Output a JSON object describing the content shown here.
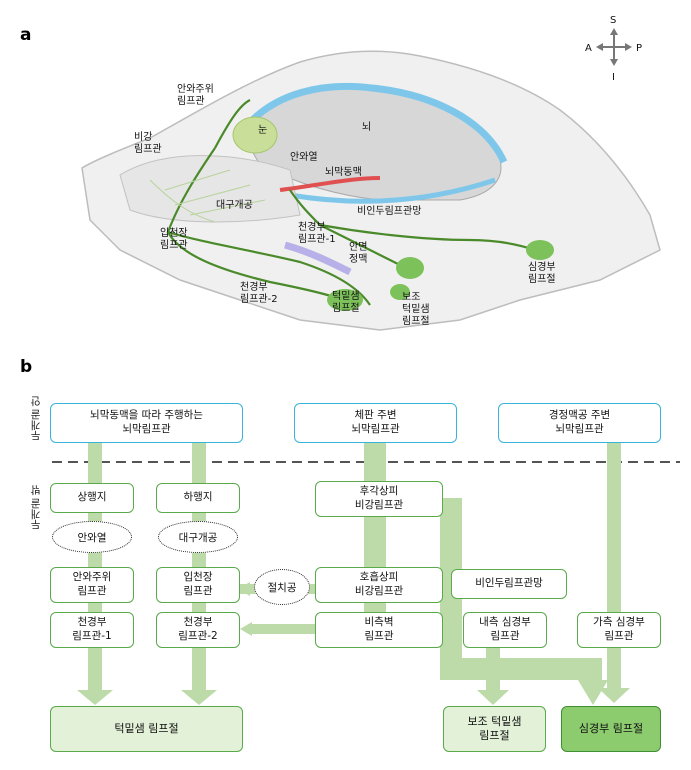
{
  "panels": {
    "a": "a",
    "b": "b"
  },
  "compass": {
    "s": "S",
    "a": "A",
    "p": "P",
    "i": "I"
  },
  "anatomy": {
    "eye": "눈",
    "brain": "뇌",
    "periorbital": "안와주위\n림프관",
    "nasal": "비강\n림프관",
    "orbital_fissure": "안와열",
    "meningeal_artery": "뇌막동맥",
    "cribriform": "대구개공",
    "nasopharyngeal": "비인두림프관망",
    "palatine": "입천장\n림프관",
    "cervical1": "천경부\n림프관-1",
    "cervical2": "천경부\n림프관-2",
    "facial_vein": "안면\n정맥",
    "submandibular": "턱밑샘\n림프절",
    "accessory": "보조\n턱밑샘\n림프절",
    "deep_cervical": "심경부\n림프절"
  },
  "flow": {
    "intracranial": "두개골 안",
    "extracranial": "두개골 밖",
    "top": {
      "mma": "뇌막동맥을 따라 주행하는\n뇌막림프관",
      "pituitary": "체판 주변\n뇌막림프관",
      "jugular": "경정맥공 주변\n뇌막림프관"
    },
    "superior": "상행지",
    "inferior": "하행지",
    "orbital_fissure": "안와열",
    "cribriform": "대구개공",
    "periorbital": "안와주위\n림프관",
    "palatine": "입천장\n림프관",
    "cervical1": "천경부\n림프관-1",
    "cervical2": "천경부\n림프관-2",
    "olfactory": "후각상피\n비강림프관",
    "respiratory": "호흡상피\n비강림프관",
    "incisive": "절치공",
    "lateral_wall": "비측벽\n림프관",
    "nasopharyngeal": "비인두림프관망",
    "medial_cervical": "내측 심경부\n림프관",
    "lateral_cervical": "가측 심경부\n림프관",
    "node_submandibular": "턱밑샘 림프절",
    "node_accessory": "보조 턱밑샘\n림프절",
    "node_deep": "심경부 림프절"
  }
}
